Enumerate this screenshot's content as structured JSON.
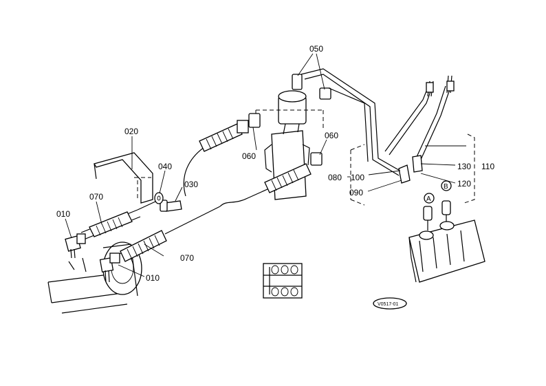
{
  "callouts": {
    "c010a": "010",
    "c010b": "010",
    "c020": "020",
    "c030": "030",
    "c040": "040",
    "c050": "050",
    "c060a": "060",
    "c060b": "060",
    "c070a": "070",
    "c070b": "070",
    "c080": "080",
    "c090": "090",
    "c100": "100",
    "c110": "110",
    "c120": "120",
    "c130": "130"
  },
  "port_markers": {
    "a": "A",
    "b": "B"
  },
  "drawing_ref": "V0517-01"
}
